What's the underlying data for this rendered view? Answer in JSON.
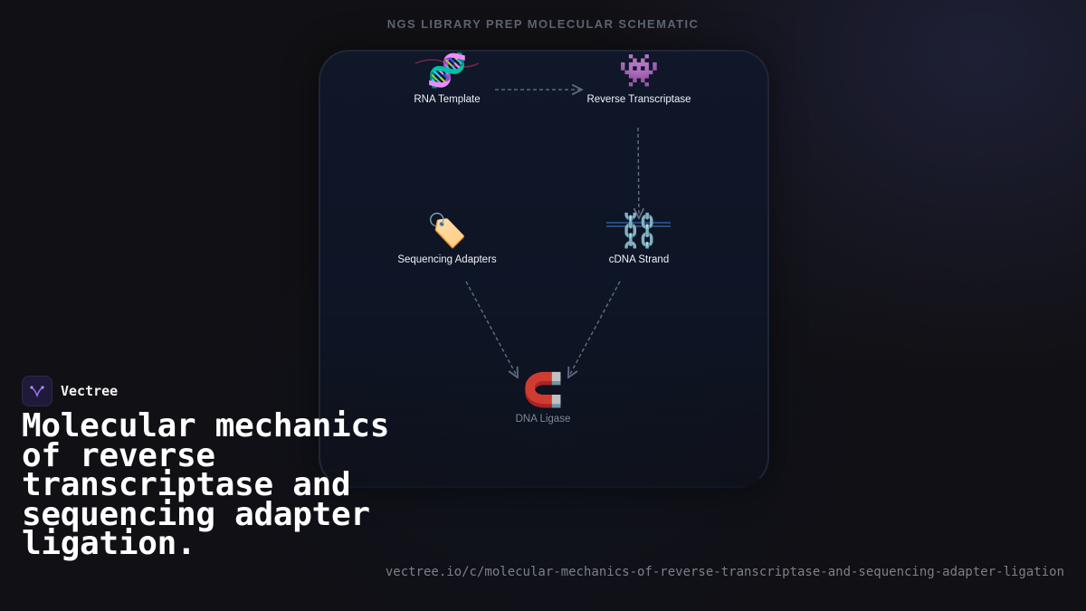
{
  "header": {
    "caption": "NGS LIBRARY PREP MOLECULAR SCHEMATIC"
  },
  "diagram": {
    "nodes": [
      {
        "id": "rna-template",
        "icon": "🧬",
        "icon_name": "dna-icon",
        "label": "RNA Template"
      },
      {
        "id": "reverse-transcriptase",
        "icon": "👾",
        "icon_name": "alien-monster-icon",
        "label": "Reverse Transcriptase"
      },
      {
        "id": "sequencing-adapters",
        "icon": "🏷️",
        "icon_name": "tag-icon",
        "label": "Sequencing Adapters"
      },
      {
        "id": "cdna-strand",
        "icon": "⛓️",
        "icon_name": "chain-icon",
        "label": "cDNA Strand"
      },
      {
        "id": "dna-ligase",
        "icon": "🧲",
        "icon_name": "magnet-icon",
        "label": "DNA Ligase"
      }
    ],
    "edges": [
      {
        "from": "rna-template",
        "to": "reverse-transcriptase",
        "style": "dashed"
      },
      {
        "from": "reverse-transcriptase",
        "to": "cdna-strand",
        "style": "dashed"
      },
      {
        "from": "sequencing-adapters",
        "to": "dna-ligase",
        "style": "dashed"
      },
      {
        "from": "cdna-strand",
        "to": "dna-ligase",
        "style": "dashed"
      }
    ],
    "colors": {
      "edge": "#5c6a80",
      "card_border": "#1f2636",
      "card_background": "#0f1729"
    }
  },
  "brand": {
    "name": "Vectree",
    "logo_icon": "vectree-logo-icon",
    "accent": "#9b6cf0"
  },
  "headline": "Molecular mechanics of reverse transcriptase and sequencing adapter ligation.",
  "url": "vectree.io/c/molecular-mechanics-of-reverse-transcriptase-and-sequencing-adapter-ligation"
}
